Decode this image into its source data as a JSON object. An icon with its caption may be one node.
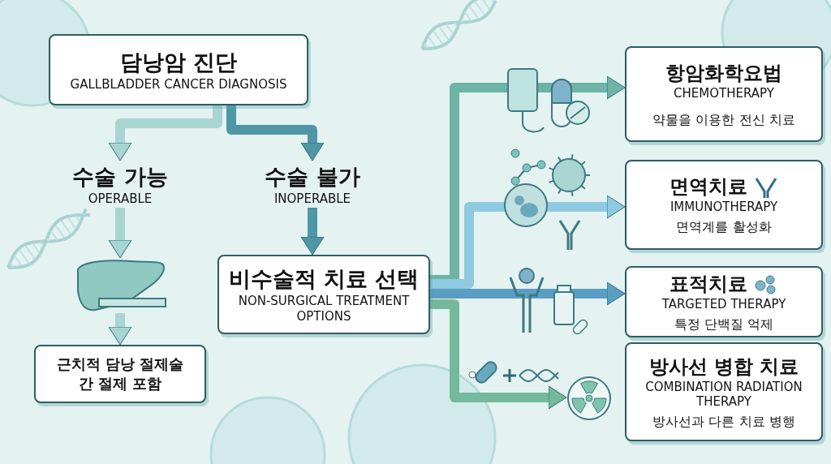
{
  "diagram": {
    "nodes": [
      {
        "text": [
          "담낭암 진단",
          "GALLBLADDER CANCER DIAGNOSIS"
        ]
      },
      {
        "text": [
          "수술 가능",
          "OPERABLE"
        ]
      },
      {
        "text": [
          "수술 불가",
          "INOPERABLE"
        ]
      },
      {
        "text": [],
        "shape": "picture"
      },
      {
        "text": [
          "근치적 담낭 절제술 간 절제 포함"
        ]
      },
      {
        "text": [
          "비수술적 치료 선택",
          "NON-SURGICAL TREATMENT OPTIONS"
        ]
      },
      {
        "text": [
          "항암화학요법",
          "CHEMOTHERAPY",
          "약물을 이용한 전신 치료"
        ]
      },
      {
        "text": [
          "면역치료",
          "IMMUNOTHERAPY",
          "면역계를 활성화"
        ]
      },
      {
        "text": [
          "표적치료",
          "TARGETED THERAPY",
          "특정 단백질 억제"
        ]
      },
      {
        "text": [],
        "shape": "picture"
      },
      {
        "text": [
          "방사선 병합 치료",
          "COMBINATION RADIATION THERAPY",
          "방사선과 다른 치료 병행"
        ]
      }
    ],
    "edges": [
      {
        "from": 0,
        "to": 1,
        "arrow": "to",
        "color": "#a8d5d2"
      },
      {
        "from": 0,
        "to": 2,
        "arrow": "to",
        "color": "#4f97a6"
      },
      {
        "from": 1,
        "to": 3,
        "arrow": "to",
        "color": "#a8d5d2"
      },
      {
        "from": 3,
        "to": 4,
        "arrow": "to",
        "color": "#a8d5d2"
      },
      {
        "from": 2,
        "to": 5,
        "arrow": "to",
        "color": "#4f97a6"
      },
      {
        "from": 5,
        "to": 6,
        "arrow": "to",
        "color": "#6db3a6"
      },
      {
        "from": 5,
        "to": 7,
        "arrow": "to",
        "color": "#8fcbe0"
      },
      {
        "from": 5,
        "to": 8,
        "arrow": "to",
        "color": "#5a9ec4"
      },
      {
        "from": 5,
        "to": 9,
        "arrow": "to",
        "color": "#74b99b"
      }
    ]
  }
}
